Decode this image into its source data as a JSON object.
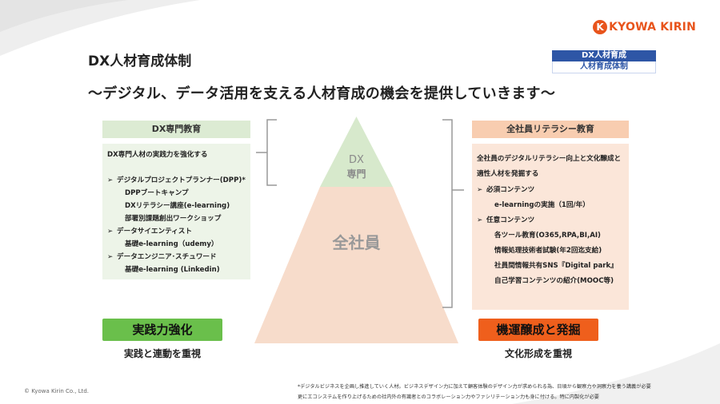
{
  "logo": {
    "mark": "K",
    "text": "KYOWA KIRIN"
  },
  "tag": {
    "line1": "DX人材育成",
    "line2": "人材育成体制"
  },
  "title": "DX人材育成体制",
  "subtitle": "～デジタル、データ活用を支える人材育成の機会を提供していきます～",
  "left": {
    "header": "DX専門教育",
    "intro": "DX専門人材の実践力を強化する",
    "items": [
      {
        "bullet": "➢",
        "text": "デジタルプロジェクトプランナー(DPP)*"
      },
      {
        "bullet": "",
        "text": "DPPブートキャンプ"
      },
      {
        "bullet": "",
        "text": "DXリテラシー講座(e-learning)"
      },
      {
        "bullet": "",
        "text": "部署別課題創出ワークショップ"
      },
      {
        "bullet": "➢",
        "text": "データサイエンティスト"
      },
      {
        "bullet": "",
        "text": "基礎e-learning（udemy）"
      },
      {
        "bullet": "➢",
        "text": "データエンジニア･スチュワード"
      },
      {
        "bullet": "",
        "text": "基礎e-learning (Linkedin)"
      }
    ]
  },
  "right": {
    "header": "全社員リテラシー教育",
    "intro1": "全社員のデジタルリテラシー向上と文化醸成と",
    "intro2": "適性人材を発掘する",
    "items": [
      {
        "bullet": "➢",
        "text": "必須コンテンツ"
      },
      {
        "bullet": "",
        "text": "e-learningの実施（1回/年）"
      },
      {
        "bullet": "➢",
        "text": "任意コンテンツ"
      },
      {
        "bullet": "",
        "text": "各ツール教育(O365,RPA,BI,AI)"
      },
      {
        "bullet": "",
        "text": "情報処理技術者試験(年2回迄支給)"
      },
      {
        "bullet": "",
        "text": "社員間情報共有SNS『Digital park』"
      },
      {
        "bullet": "",
        "text": "自己学習コンテンツの紹介(MOOC等)"
      }
    ]
  },
  "pyramid": {
    "top_line1": "DX",
    "top_line2": "専門",
    "bottom": "全社員",
    "top_color": "#d7e9cc",
    "bottom_color": "#f7dccb"
  },
  "bottom": {
    "left_button": "実践力強化",
    "left_sub": "実践と連動を重視",
    "right_button": "機運醸成と発掘",
    "right_sub": "文化形成を重視"
  },
  "copyright": "© Kyowa Kirin Co., Ltd.",
  "footnote": {
    "line1": "*デジタルビジネスを企画し推進していく人材。ビジネスデザイン力に加えて顧客体験のデザイン力が求められる為、日頃から観察力や洞察力を養う講義が必要",
    "line2": "更にエコシステムを作り上げるための社内外の有識者とのコラボレーション力やファシリテーション力も身に付ける。特に内製化が必要"
  }
}
